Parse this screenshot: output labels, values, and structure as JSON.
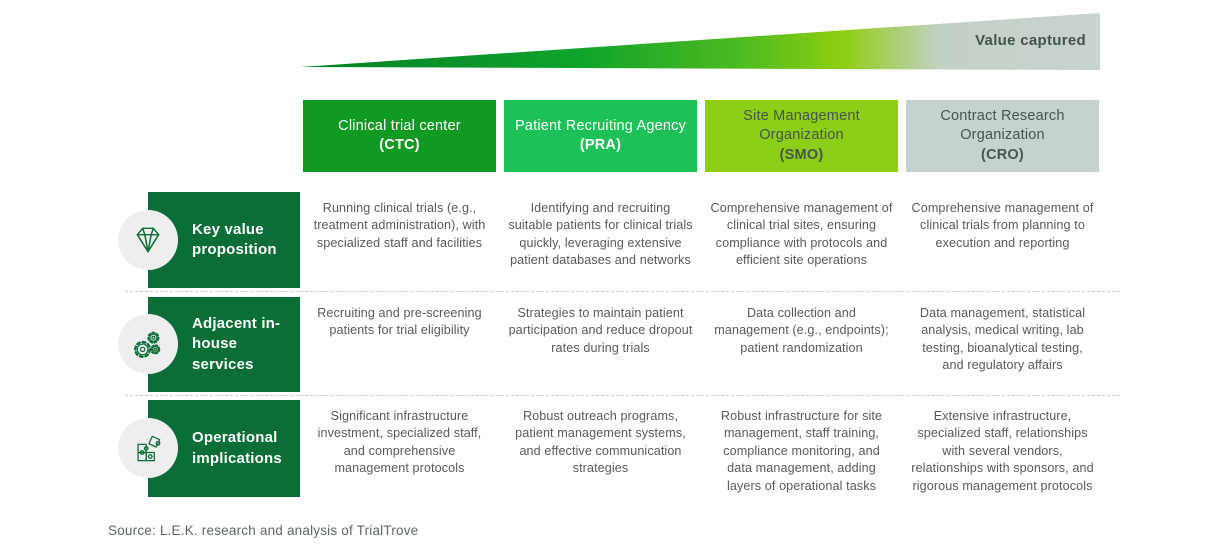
{
  "banner": {
    "label": "Value captured"
  },
  "columns": [
    {
      "name": "Clinical trial center",
      "acronym": "(CTC)"
    },
    {
      "name": "Patient Recruiting Agency",
      "acronym": "(PRA)"
    },
    {
      "name": "Site Management Organization",
      "acronym": "(SMO)"
    },
    {
      "name": "Contract Research Organization",
      "acronym": "(CRO)"
    }
  ],
  "rows": [
    {
      "label": "Key value proposition",
      "icon": "diamond-icon",
      "cells": [
        "Running clinical trials (e.g., treatment administration), with specialized staff and facilities",
        "Identifying and recruiting suitable patients for clinical trials quickly, leveraging extensive patient databases and networks",
        "Comprehensive management of clinical trial sites, ensuring compliance with protocols and efficient site operations",
        "Comprehensive management of clinical trials from planning to execution and reporting"
      ]
    },
    {
      "label": "Adjacent in-house services",
      "icon": "gears-icon",
      "cells": [
        "Recruiting and pre-screening patients for trial eligibility",
        "Strategies to maintain patient participation and reduce dropout rates during trials",
        "Data collection and management (e.g., endpoints); patient randomization",
        "Data management, statistical analysis, medical writing, lab testing, bioanalytical testing, and regulatory affairs"
      ]
    },
    {
      "label": "Operational implications",
      "icon": "puzzle-icon",
      "cells": [
        "Significant infrastructure investment, specialized staff, and comprehensive management protocols",
        "Robust outreach programs, patient management systems, and effective communication strategies",
        "Robust infrastructure for site management, staff training, compliance monitoring, and data management, adding layers of operational tasks",
        "Extensive infrastructure, specialized staff, relationships with several vendors, relationships with sponsors, and rigorous management protocols"
      ]
    }
  ],
  "source": "Source: L.E.K. research and analysis of TrialTrove",
  "colors": {
    "ctc_bg": "#109a21",
    "pra_bg": "#1ec157",
    "smo_bg": "#8ccf16",
    "cro_bg": "#c6d2cc",
    "row_label_bg": "#0c6e37",
    "wedge_gradient": [
      "#077f28",
      "#0fa32b",
      "#8fce12",
      "#c6d1cb"
    ],
    "header_dark_text": "#47554e",
    "body_text": "#565a5c"
  }
}
